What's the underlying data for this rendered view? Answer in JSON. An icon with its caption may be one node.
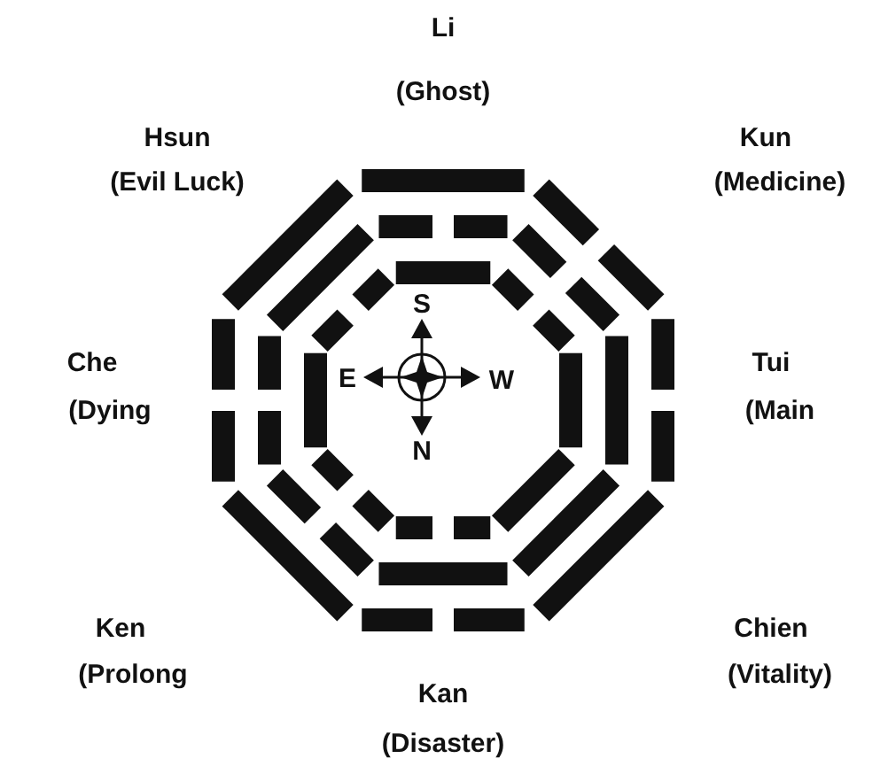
{
  "diagram": {
    "labels": [
      "Li",
      "(Ghost)",
      "Hsun",
      "(Evil Luck)",
      "Kun",
      "(Medicine)",
      "Che",
      "(Dying",
      "S",
      "E",
      "W",
      "N",
      "Tui",
      "(Main",
      "Ken",
      "(Prolong",
      "Chien",
      "(Vitality)",
      "Kan",
      "(Disaster)"
    ]
  }
}
